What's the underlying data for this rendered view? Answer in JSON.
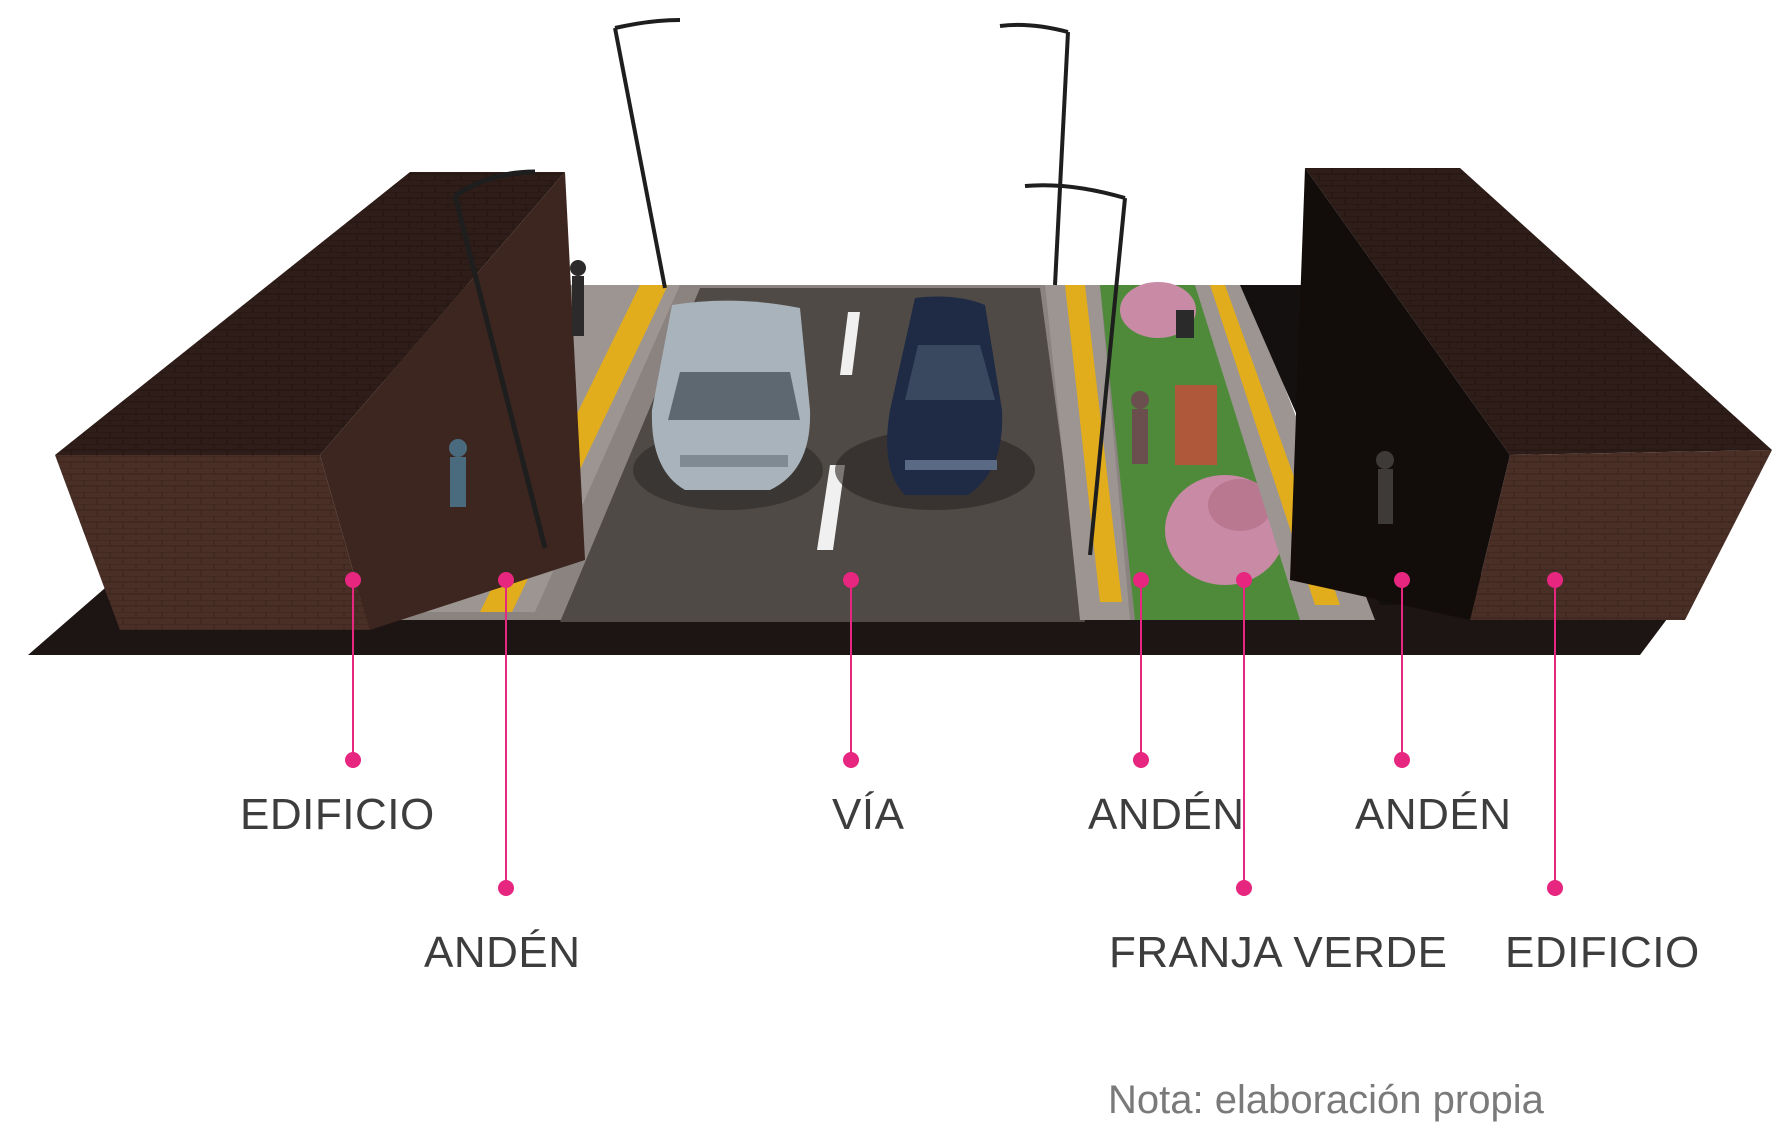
{
  "colors": {
    "accent": "#e6267f",
    "building_front": "#4a2f27",
    "building_side": "#3a241d",
    "road": "#4f4a46",
    "sidewalk": "#9a9391",
    "tactile_strip": "#e2ad1d",
    "green_strip": "#4f8a3a",
    "shadow": "#1d1414"
  },
  "labels": {
    "edificio_left": "EDIFICIO",
    "anden_left": "ANDÉN",
    "via": "VÍA",
    "anden_right_1": "ANDÉN",
    "franja_verde": "FRANJA VERDE",
    "anden_right_2": "ANDÉN",
    "edificio_right": "EDIFICIO"
  },
  "note": "Nota: elaboración propia"
}
